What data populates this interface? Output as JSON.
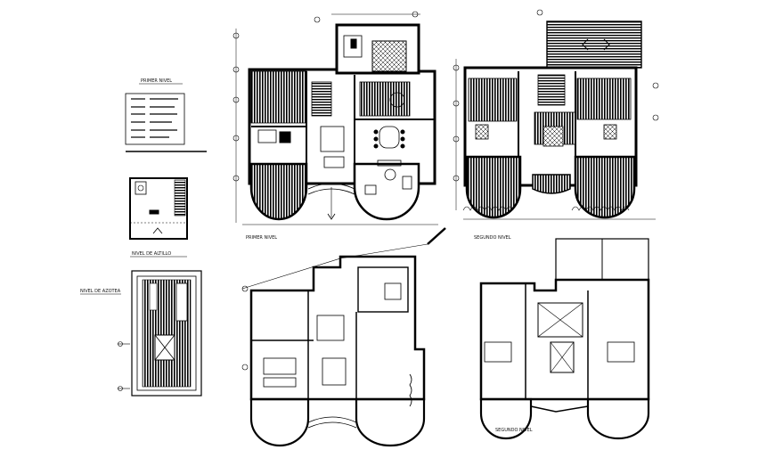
{
  "colors": {
    "line": "#000000",
    "background": "#ffffff"
  },
  "legend": {
    "title": "PRIMER NIVEL"
  },
  "labels": {
    "attic": "NIVEL DE ALTILLO",
    "roof": "NIVEL DE AZOTEA",
    "first_furnished": "PRIMER NIVEL",
    "second_furnished": "SEGUNDO NIVEL",
    "second_outline": "SEGUNDO NIVEL"
  }
}
